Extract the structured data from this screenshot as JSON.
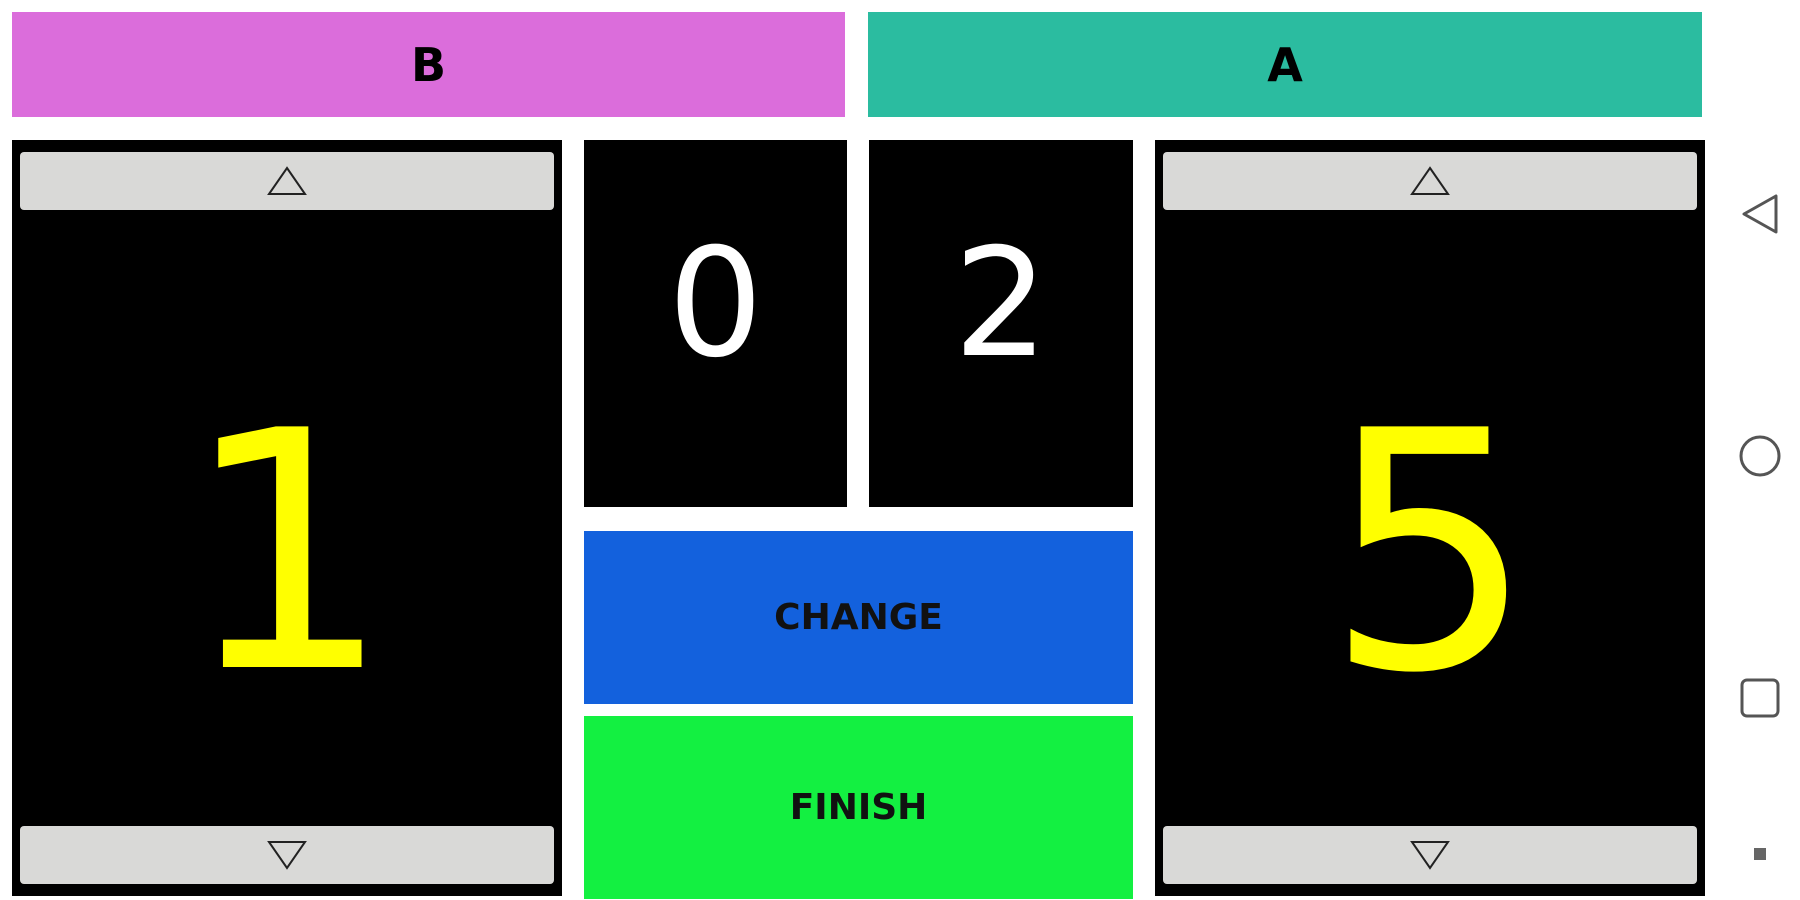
{
  "teams": {
    "left": {
      "name": "B",
      "color": "#db6ddb"
    },
    "right": {
      "name": "A",
      "color": "#2bbca0"
    }
  },
  "scores": {
    "left_points": "1",
    "right_points": "5",
    "left_sets": "0",
    "right_sets": "2",
    "points_color": "#ffff00"
  },
  "controls": {
    "increment_icon": "triangle-up-icon",
    "decrement_icon": "triangle-down-icon"
  },
  "actions": {
    "change_label": "CHANGE",
    "change_color": "#1361dd",
    "finish_label": "FINISH",
    "finish_color": "#13f041"
  },
  "system_nav": {
    "icons": [
      "back-icon",
      "home-icon",
      "recents-icon",
      "menu-dot-icon"
    ]
  }
}
